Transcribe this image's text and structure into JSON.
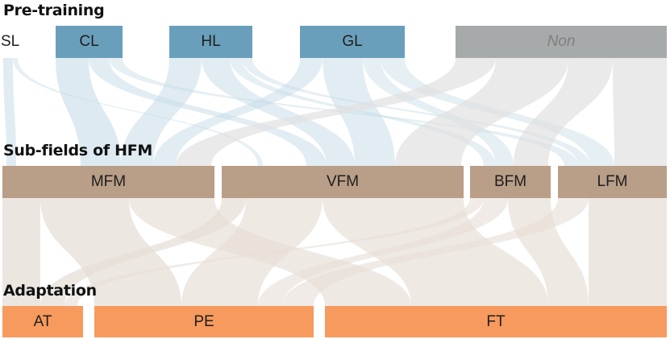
{
  "stages": {
    "pretraining": "Pre-training",
    "subfields": "Sub-fields of HFM",
    "adaptation": "Adaptation"
  },
  "nodes": {
    "sl": "SL",
    "cl": "CL",
    "hl": "HL",
    "gl": "GL",
    "non": "Non",
    "mfm": "MFM",
    "vfm": "VFM",
    "bfm": "BFM",
    "lfm": "LFM",
    "at": "AT",
    "pe": "PE",
    "ft": "FT"
  },
  "colors": {
    "pretraining": "#6a9fbb",
    "non": "#a7aaaa",
    "subfields": "#b99e88",
    "adaptation": "#f79a5d",
    "link_top": "#c6dce7",
    "link_top_gray": "#e1e1e1",
    "link_bottom": "#e6ddd6"
  }
}
